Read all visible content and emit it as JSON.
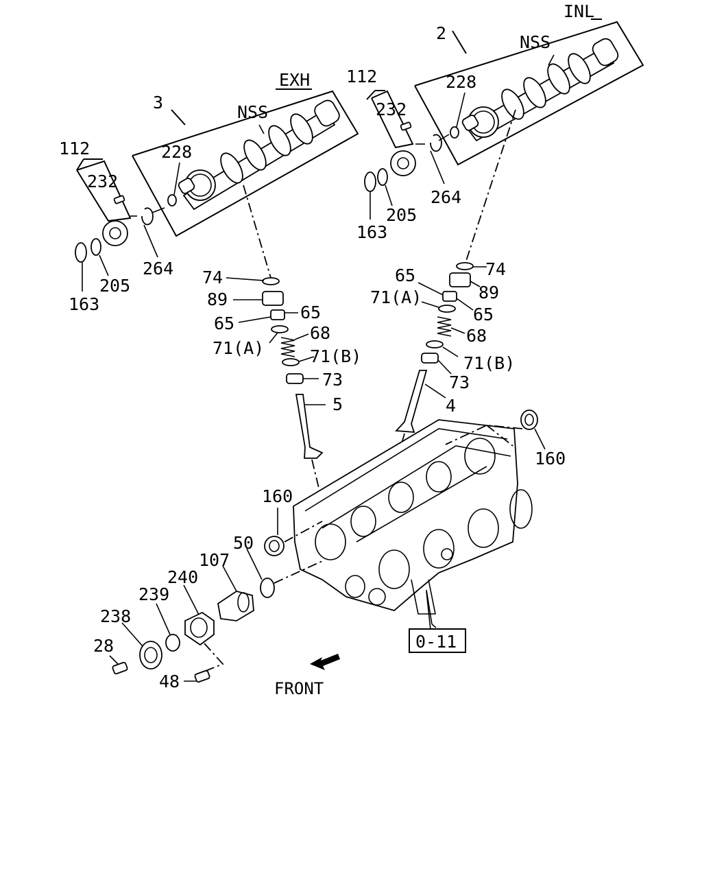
{
  "labels": {
    "inl": "INL",
    "exh": "EXH",
    "nss_inl": "NSS",
    "nss_exh": "NSS",
    "p2": "2",
    "p3": "3",
    "p112_left": "112",
    "p112_right": "112",
    "p232_left": "232",
    "p232_right": "232",
    "p228_left": "228",
    "p228_right": "228",
    "p264_left": "264",
    "p264_right": "264",
    "p205_left": "205",
    "p205_right": "205",
    "p163_left": "163",
    "p163_right": "163",
    "p74_left": "74",
    "p74_right": "74",
    "p89_left": "89",
    "p89_right": "89",
    "p65_left_a": "65",
    "p65_left_b": "65",
    "p65_right_a": "65",
    "p65_right_b": "65",
    "p71a_left": "71(A)",
    "p71a_right": "71(A)",
    "p71b_left": "71(B)",
    "p71b_right": "71(B)",
    "p68_left": "68",
    "p68_right": "68",
    "p73_left": "73",
    "p73_right": "73",
    "p5": "5",
    "p4": "4",
    "p160_left": "160",
    "p160_right": "160",
    "p50": "50",
    "p107": "107",
    "p240": "240",
    "p239": "239",
    "p238": "238",
    "p28": "28",
    "p48": "48",
    "ref_box": "0-11",
    "front": "FRONT"
  }
}
